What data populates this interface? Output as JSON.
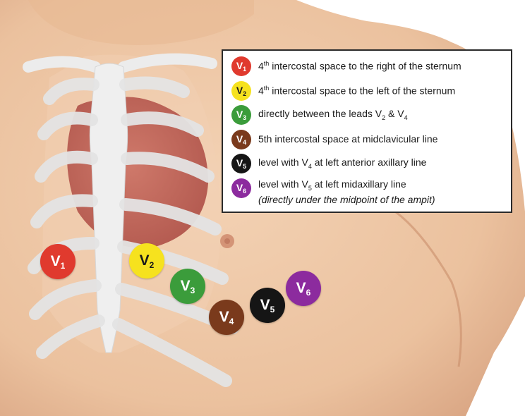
{
  "colors": {
    "skin": "#f0c9a6",
    "skin_shadow": "#d9a584",
    "rib": "#e6e6e6",
    "heart": "#b8534e",
    "v1": "#e03a2e",
    "v2": "#f6e21e",
    "v3": "#3b9c3b",
    "v4": "#7a3a1c",
    "v5": "#151515",
    "v6": "#8c2b9e"
  },
  "leads": [
    {
      "id": "V1",
      "letter": "V",
      "num": "1",
      "color": "#e03a2e",
      "text_color": "#ffffff"
    },
    {
      "id": "V2",
      "letter": "V",
      "num": "2",
      "color": "#f6e21e",
      "text_color": "#1a1a1a"
    },
    {
      "id": "V3",
      "letter": "V",
      "num": "3",
      "color": "#3b9c3b",
      "text_color": "#ffffff"
    },
    {
      "id": "V4",
      "letter": "V",
      "num": "4",
      "color": "#7a3a1c",
      "text_color": "#ffffff"
    },
    {
      "id": "V5",
      "letter": "V",
      "num": "5",
      "color": "#151515",
      "text_color": "#ffffff"
    },
    {
      "id": "V6",
      "letter": "V",
      "num": "6",
      "color": "#8c2b9e",
      "text_color": "#ffffff"
    }
  ],
  "legend": {
    "v1": {
      "sup": "th",
      "pre": "4",
      "text": " intercostal space to the right of the sternum"
    },
    "v2": {
      "sup": "th",
      "pre": "4",
      "text": " intercostal space to the left of the sternum"
    },
    "v3": {
      "text_a": "directly between the leads V",
      "sub_a": "2",
      "text_b": " & V",
      "sub_b": "4"
    },
    "v4": {
      "text": "5th intercostal space at midclavicular line"
    },
    "v5": {
      "text_a": "level with V",
      "sub_a": "4",
      "text_b": " at left anterior axillary line"
    },
    "v6": {
      "text_a": "level with V",
      "sub_a": "5",
      "text_b": " at left midaxillary line",
      "note": "(directly under the midpoint of the ampit)"
    }
  }
}
